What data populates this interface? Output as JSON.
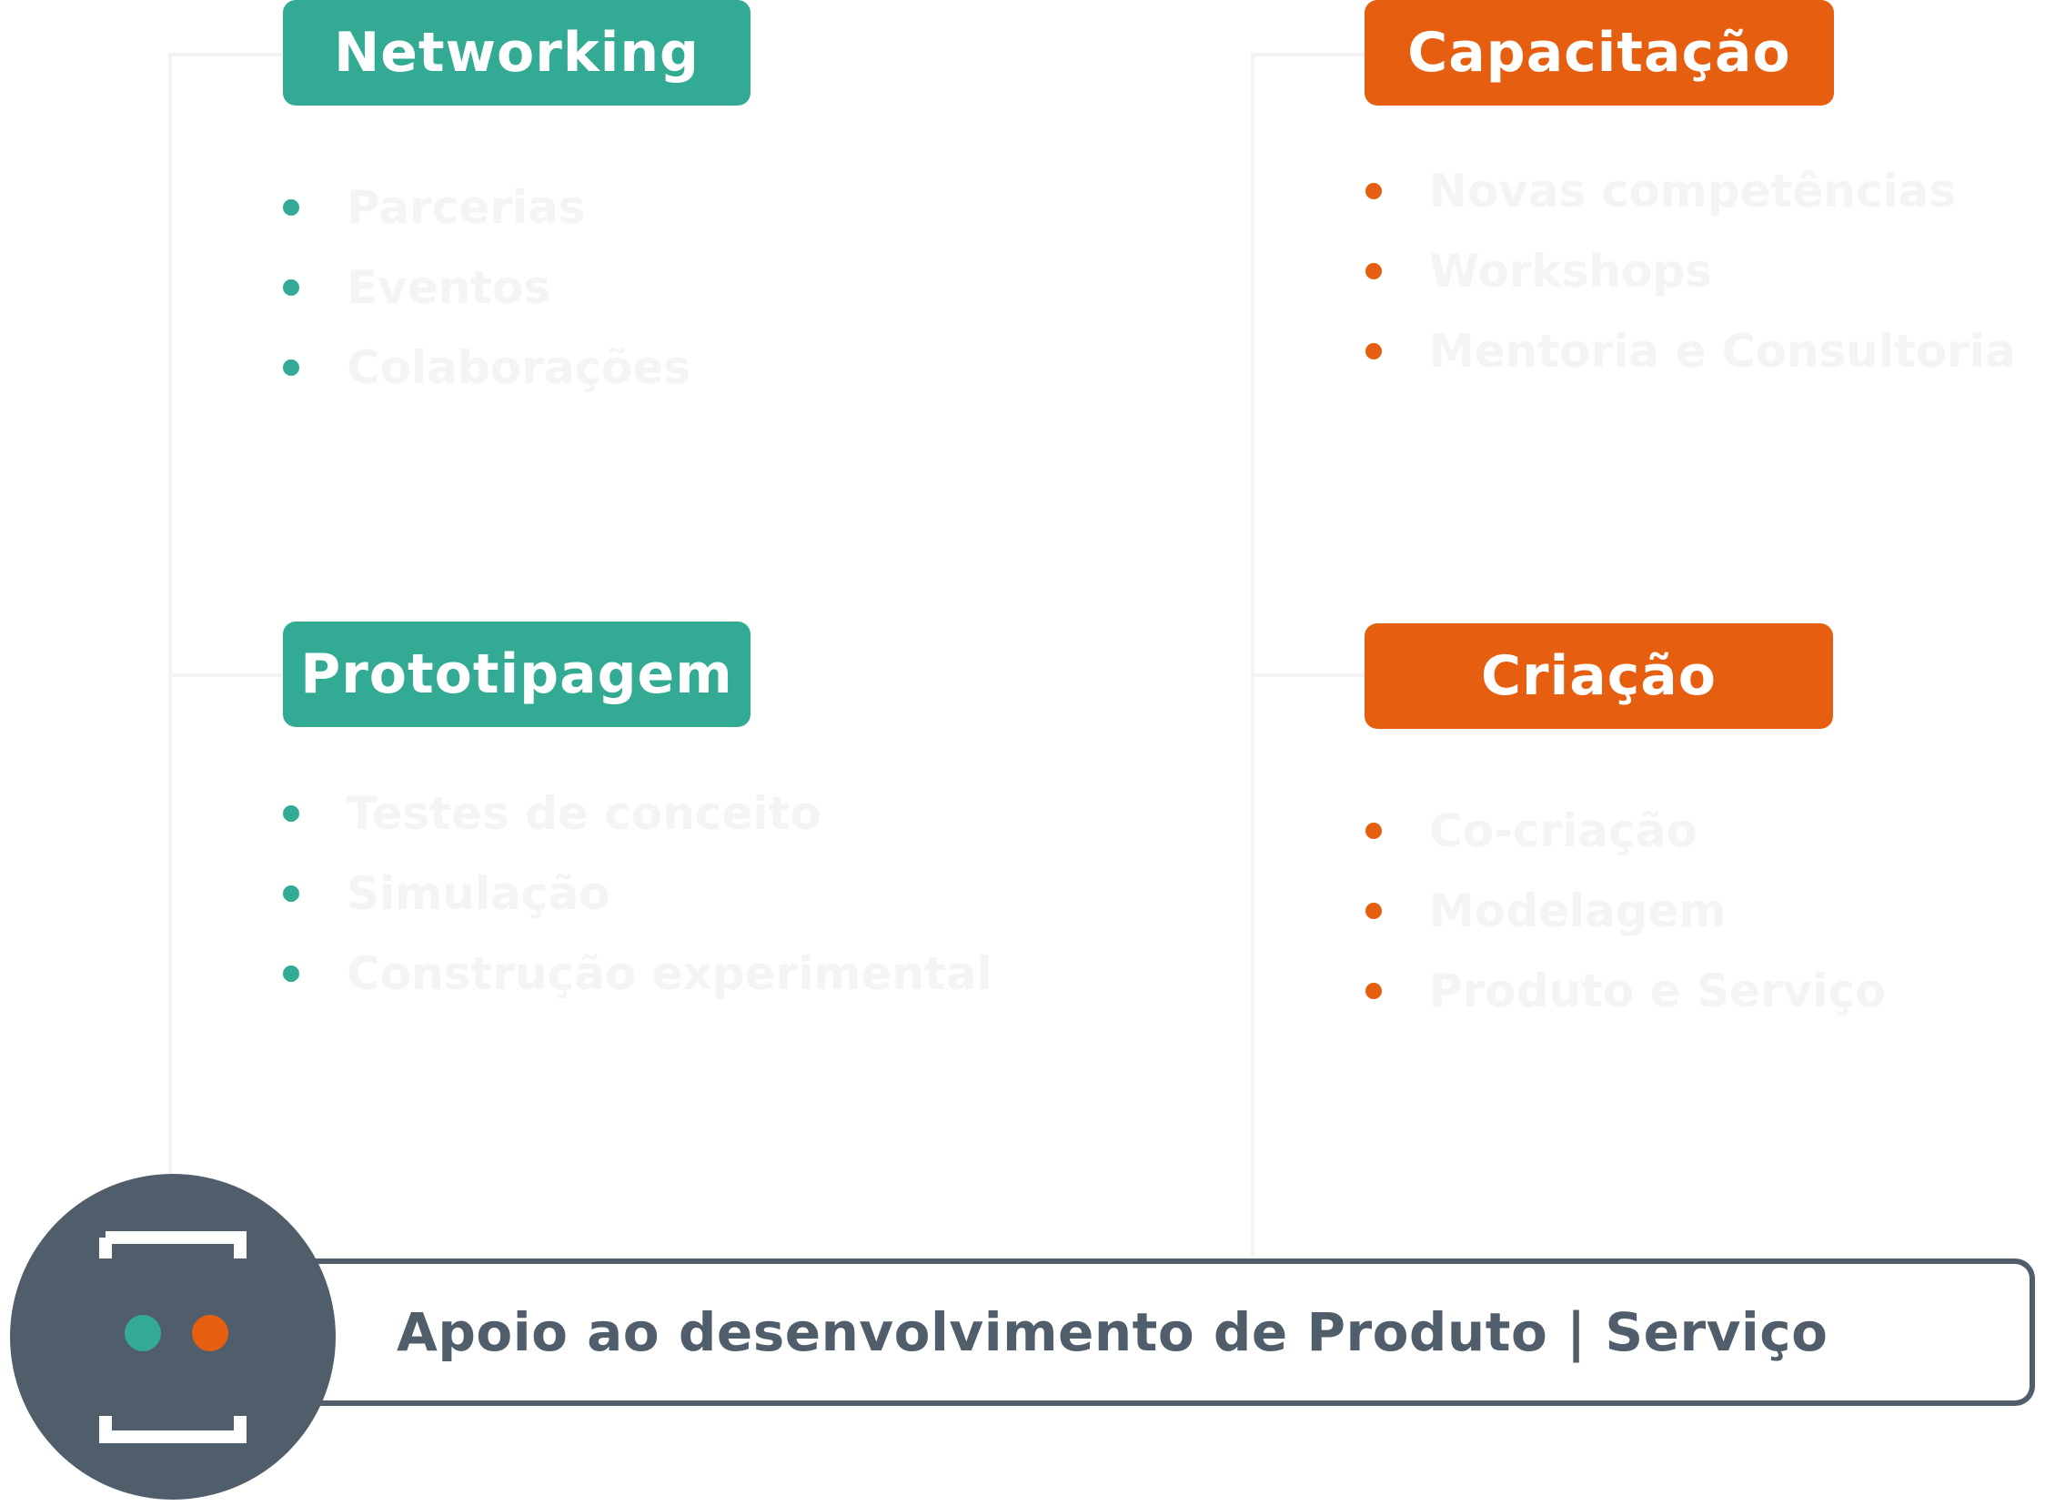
{
  "categories": {
    "networking": {
      "label": "Networking",
      "color": "#33ab94",
      "items": [
        "Parcerias",
        "Eventos",
        "Colaborações"
      ]
    },
    "capacitacao": {
      "label": "Capacitação",
      "color": "#e65e10",
      "items": [
        "Novas competências",
        "Workshops",
        "Mentoria e Consultoria"
      ]
    },
    "prototipagem": {
      "label": "Prototipagem",
      "color": "#33ab94",
      "items": [
        "Testes de conceito",
        "Simulação",
        "Construção experimental"
      ]
    },
    "criacao": {
      "label": "Criação",
      "color": "#e65e10",
      "items": [
        "Co-criação",
        "Modelagem",
        "Produto e Serviço"
      ]
    }
  },
  "banner": {
    "text": "Apoio ao desenvolvimento de Produto | Serviço",
    "color": "#505e6b",
    "icon": "bracket-dots-icon",
    "dot_colors": [
      "#33ab94",
      "#e65e10"
    ]
  }
}
